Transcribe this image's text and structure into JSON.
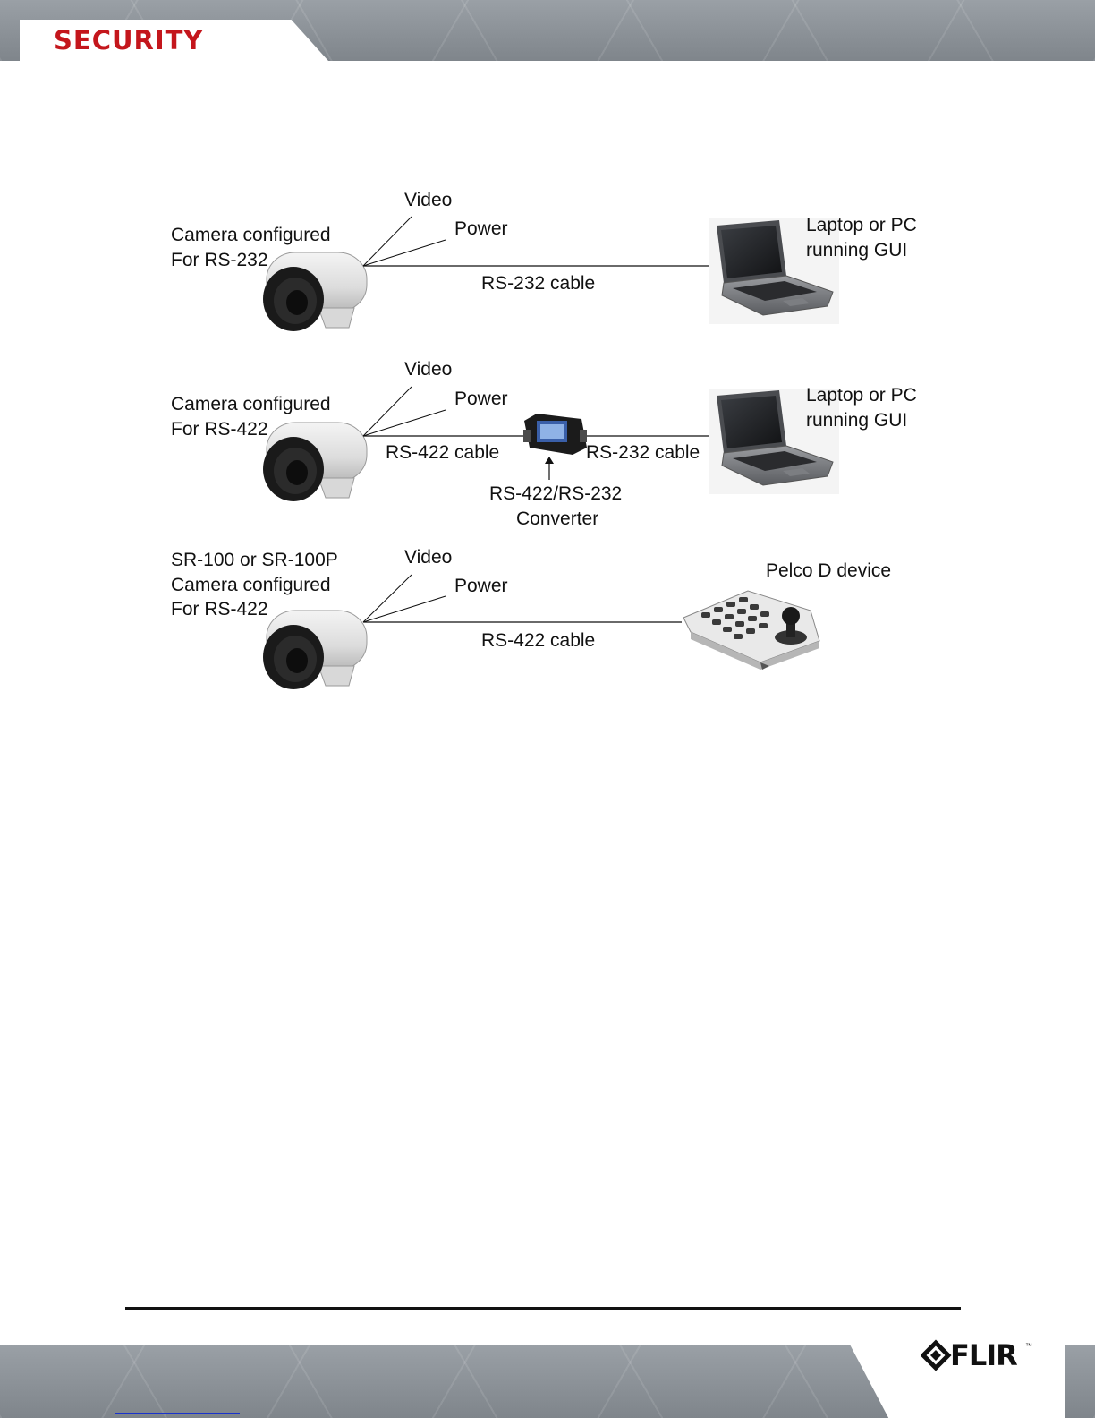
{
  "header": {
    "brand": "SECURITY"
  },
  "footer": {
    "logo_text": "FLIR",
    "trademark": "™"
  },
  "diagram": {
    "row1": {
      "camera_label_line1": "Camera configured",
      "camera_label_line2": "For RS-232",
      "video_label": "Video",
      "power_label": "Power",
      "cable_label": "RS-232 cable",
      "device_label_line1": "Laptop or PC",
      "device_label_line2": "running GUI"
    },
    "row2": {
      "camera_label_line1": "Camera configured",
      "camera_label_line2": "For RS-422",
      "video_label": "Video",
      "power_label": "Power",
      "cable_left_label": "RS-422 cable",
      "cable_right_label": "RS-232 cable",
      "converter_label_line1": "RS-422/RS-232",
      "converter_label_line2": "Converter",
      "device_label_line1": "Laptop or PC",
      "device_label_line2": "running GUI"
    },
    "row3": {
      "camera_label_line1": "SR-100 or SR-100P",
      "camera_label_line2": "Camera configured",
      "camera_label_line3": "For RS-422",
      "video_label": "Video",
      "power_label": "Power",
      "cable_label": "RS-422 cable",
      "device_label": "Pelco D device"
    }
  }
}
